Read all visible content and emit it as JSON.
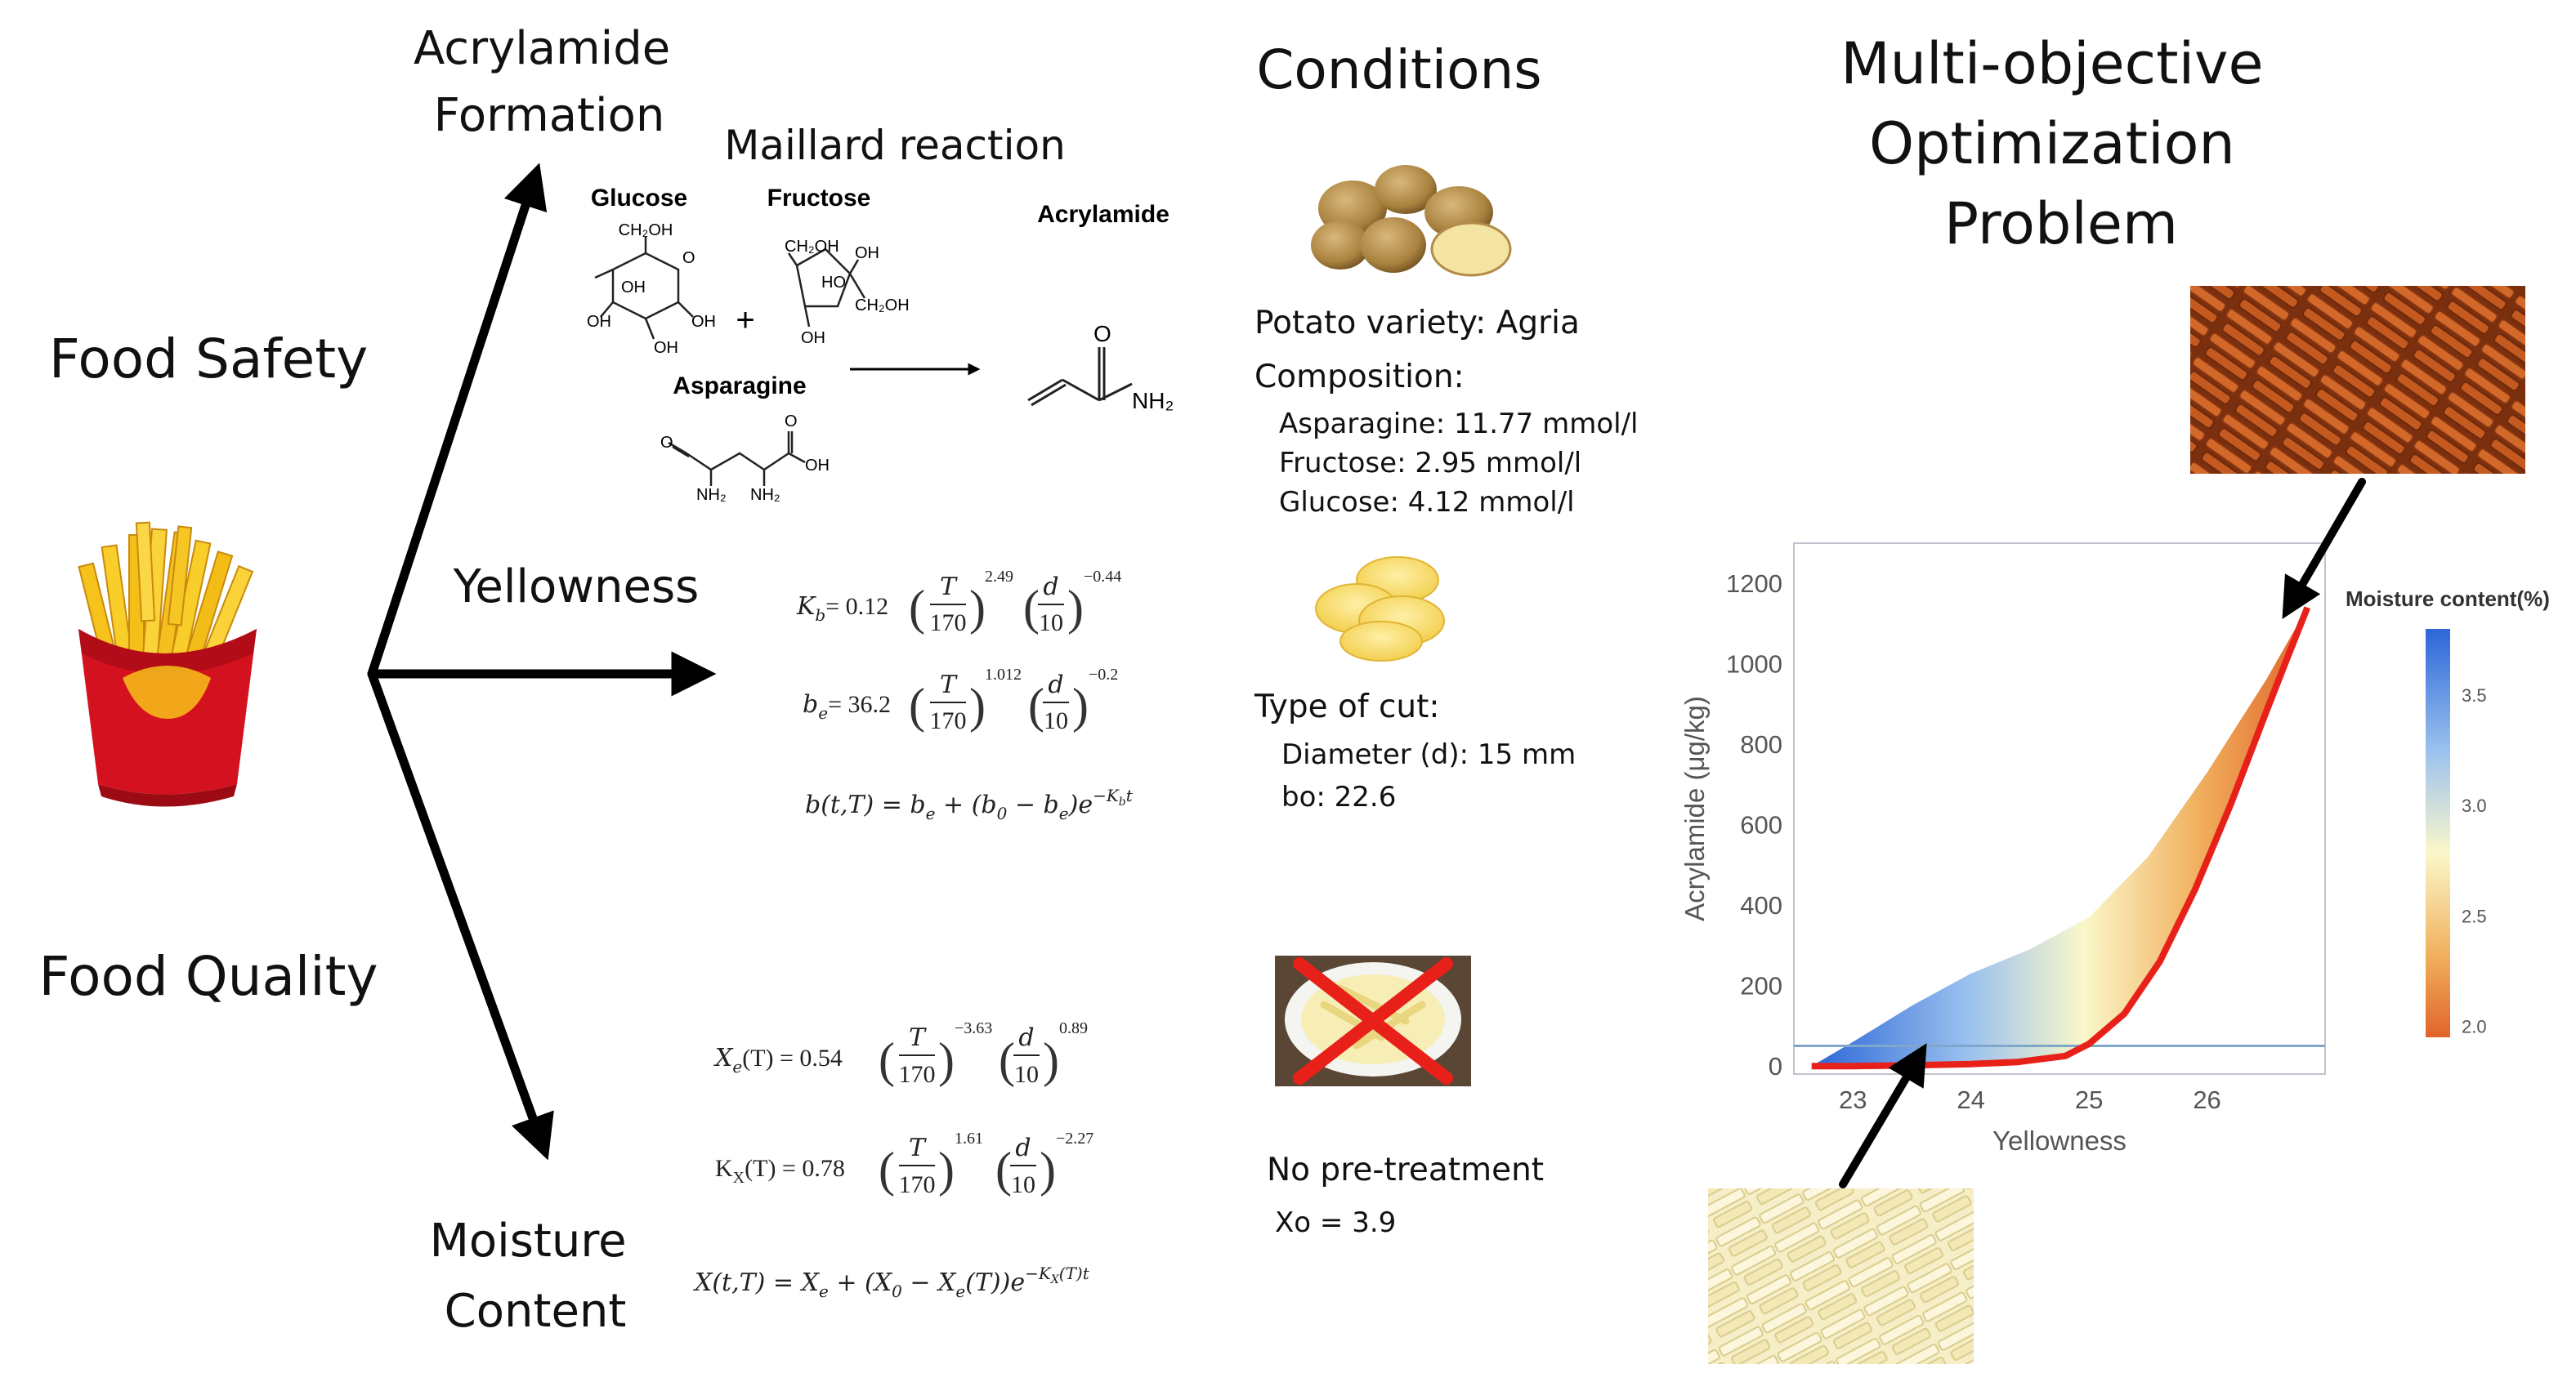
{
  "headings": {
    "food_safety": "Food Safety",
    "food_quality": "Food Quality",
    "acrylamide_formation_1": "Acrylamide",
    "acrylamide_formation_2": "Formation",
    "yellowness": "Yellowness",
    "moisture_1": "Moisture",
    "moisture_2": "Content",
    "maillard": "Maillard reaction",
    "conditions": "Conditions",
    "moo_1": "Multi-objective",
    "moo_2": "Optimization",
    "moo_3": "Problem"
  },
  "molecules": {
    "glucose": "Glucose",
    "fructose": "Fructose",
    "asparagine": "Asparagine",
    "acrylamide": "Acrylamide",
    "plus": "+",
    "ch2oh": "CH₂OH",
    "oh": "OH",
    "ho": "HO",
    "o": "O",
    "nh2": "NH₂"
  },
  "equations": {
    "kb": {
      "lhs": "K",
      "sub": "b",
      "coef": "= 0.12",
      "exp1": "2.49",
      "exp2": "−0.44"
    },
    "be": {
      "lhs": "b",
      "sub": "e",
      "coef": "= 36.2",
      "exp1": "1.012",
      "exp2": "−0.2"
    },
    "bt": {
      "text": "b(t,T) = b",
      "sub_e": "e",
      "mid": " + (b",
      "sub_0": "0",
      "mid2": " − b",
      "tail": ")e",
      "sup": "−K",
      "sup_sub": "b",
      "sup_t": "t"
    },
    "xe": {
      "lhs": "X",
      "sub": "e",
      "arg": "(T) = 0.54",
      "exp1": "−3.63",
      "exp2": "0.89"
    },
    "kx": {
      "lhs": "K",
      "sub": "X",
      "arg": "(T) = 0.78",
      "exp1": "1.61",
      "exp2": "−2.27"
    },
    "xt": {
      "text": "X(t,T) = X",
      "sub_e": "e",
      "mid": " + (X",
      "sub_0": "0",
      "mid2": " − X",
      "sub_e2": "e",
      "tail": "(T))e",
      "sup": "−K",
      "sup_sub": "X",
      "sup_t": "(T)t"
    },
    "frac_T": "T",
    "frac_170": "170",
    "frac_d": "d",
    "frac_10": "10"
  },
  "conditions": {
    "variety": "Potato variety: Agria",
    "composition": "Composition:",
    "asparagine": "Asparagine: 11.77 mmol/l",
    "fructose": "Fructose: 2.95 mmol/l",
    "glucose": "Glucose: 4.12 mmol/l",
    "cut": "Type of cut:",
    "diameter": "Diameter (d): 15 mm",
    "bo": "bo:  22.6",
    "pretreat": "No pre-treatment",
    "xo": "Xo = 3.9"
  },
  "colors": {
    "frontier": "#e8201a",
    "threshold": "#7fa7c9",
    "cb_top": "#2c66d8",
    "cb_mid": "#fbf7c9",
    "cb_bottom": "#e0642a",
    "cross": "#e8201a"
  },
  "chart_data": {
    "type": "area",
    "xlabel": "Yellowness",
    "ylabel": "Acrylamide (μg/kg)",
    "xlim": [
      22.5,
      27.0
    ],
    "ylim": [
      -20,
      1300
    ],
    "xticks": [
      23,
      24,
      25,
      26
    ],
    "yticks": [
      0,
      200,
      400,
      600,
      800,
      1000,
      1200
    ],
    "threshold_y": 50,
    "frontier": {
      "x": [
        22.65,
        23.0,
        23.5,
        24.0,
        24.4,
        24.8,
        25.0,
        25.3,
        25.6,
        25.9,
        26.2,
        26.5,
        26.7,
        26.85
      ],
      "y": [
        0,
        0,
        2,
        5,
        10,
        25,
        55,
        130,
        260,
        440,
        650,
        880,
        1030,
        1140
      ]
    },
    "upper": {
      "x": [
        22.65,
        23.0,
        23.5,
        24.0,
        24.5,
        25.0,
        25.5,
        26.0,
        26.5,
        26.85
      ],
      "y": [
        0,
        60,
        150,
        230,
        290,
        370,
        520,
        730,
        960,
        1140
      ]
    },
    "colorbar": {
      "title": "Moisture content(%)",
      "ticks": [
        "3.5",
        "3.0",
        "2.5",
        "2.0"
      ],
      "range": [
        1.95,
        3.8
      ]
    }
  }
}
